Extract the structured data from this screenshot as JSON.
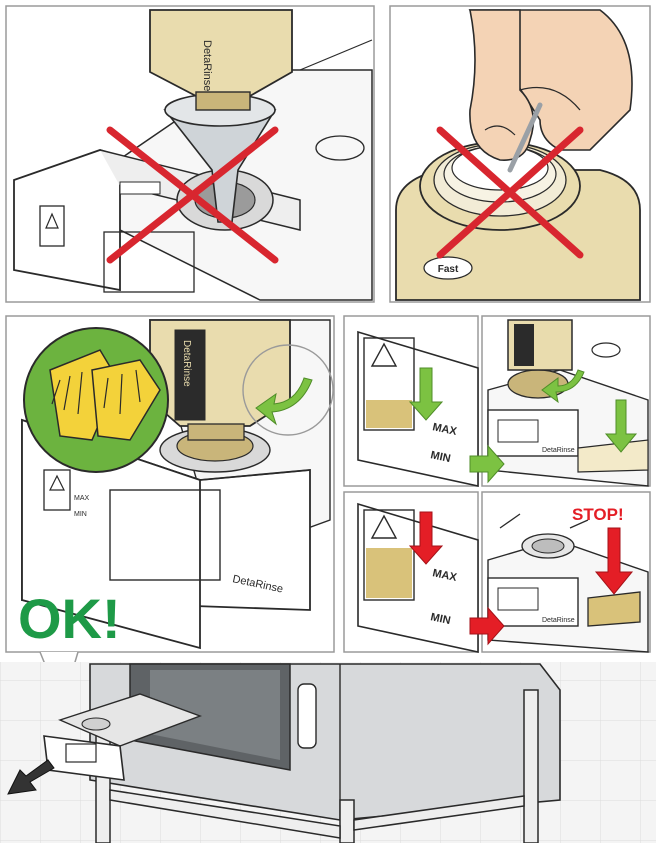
{
  "bottle": {
    "brand": "DetaRinse",
    "cap_logo": "Fast"
  },
  "panels": {
    "funnel_forbidden": {
      "status": "prohibited"
    },
    "cap_pierce_forbidden": {
      "status": "prohibited"
    },
    "correct_pour": {
      "status": "allowed",
      "badge": "OK!",
      "drawer_label": "DetaRinse"
    },
    "level_ok": {
      "max_label": "MAX",
      "min_label": "MIN",
      "drawer_label": "DetaRinse"
    },
    "level_full": {
      "max_label": "MAX",
      "min_label": "MIN",
      "stop_label": "STOP!",
      "drawer_label": "DetaRinse"
    }
  },
  "colors": {
    "prohibited": "#d8262f",
    "ok_green": "#1e9a47",
    "arrow_green": "#7cc242",
    "arrow_red": "#e41e26",
    "bottle": "#e9dcae",
    "liquid": "#d9c27a",
    "glove_bg": "#6cb33f",
    "glove": "#f3d23a",
    "outline": "#2a2a2a"
  },
  "icons": [
    "warning-triangle-icon",
    "gloves-icon",
    "prohibited-cross-icon",
    "arrow-down-icon",
    "arrow-right-icon",
    "curved-arrow-icon"
  ]
}
